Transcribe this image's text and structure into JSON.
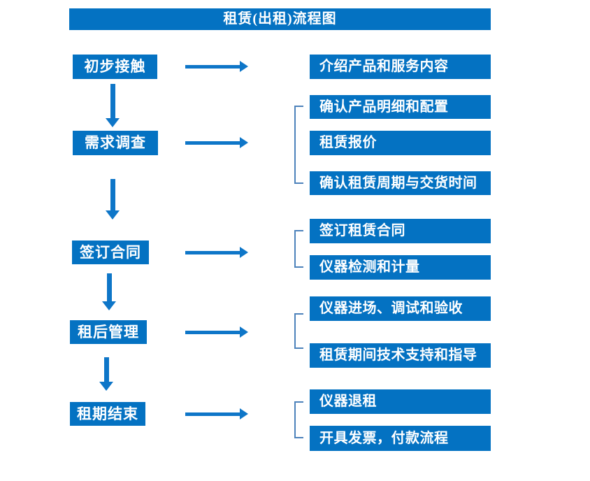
{
  "diagram": {
    "title": "租赁(出租)流程图",
    "colors": {
      "box_blue": "#0472c2",
      "arrow_blue": "#0e76c8",
      "bracket_blue": "#4d82bb",
      "text": "#ffffff",
      "background": "#ffffff"
    },
    "flow": [
      {
        "step": "初步接触",
        "details": [
          "介绍产品和服务内容"
        ]
      },
      {
        "step": "需求调查",
        "details": [
          "确认产品明细和配置",
          "租赁报价",
          "确认租赁周期与交货时间"
        ]
      },
      {
        "step": "签订合同",
        "details": [
          "签订租赁合同",
          "仪器检测和计量"
        ]
      },
      {
        "step": "租后管理",
        "details": [
          "仪器进场、调试和验收",
          "租赁期间技术支持和指导"
        ]
      },
      {
        "step": "租期结束",
        "details": [
          "仪器退租",
          "开具发票，付款流程"
        ]
      }
    ]
  }
}
